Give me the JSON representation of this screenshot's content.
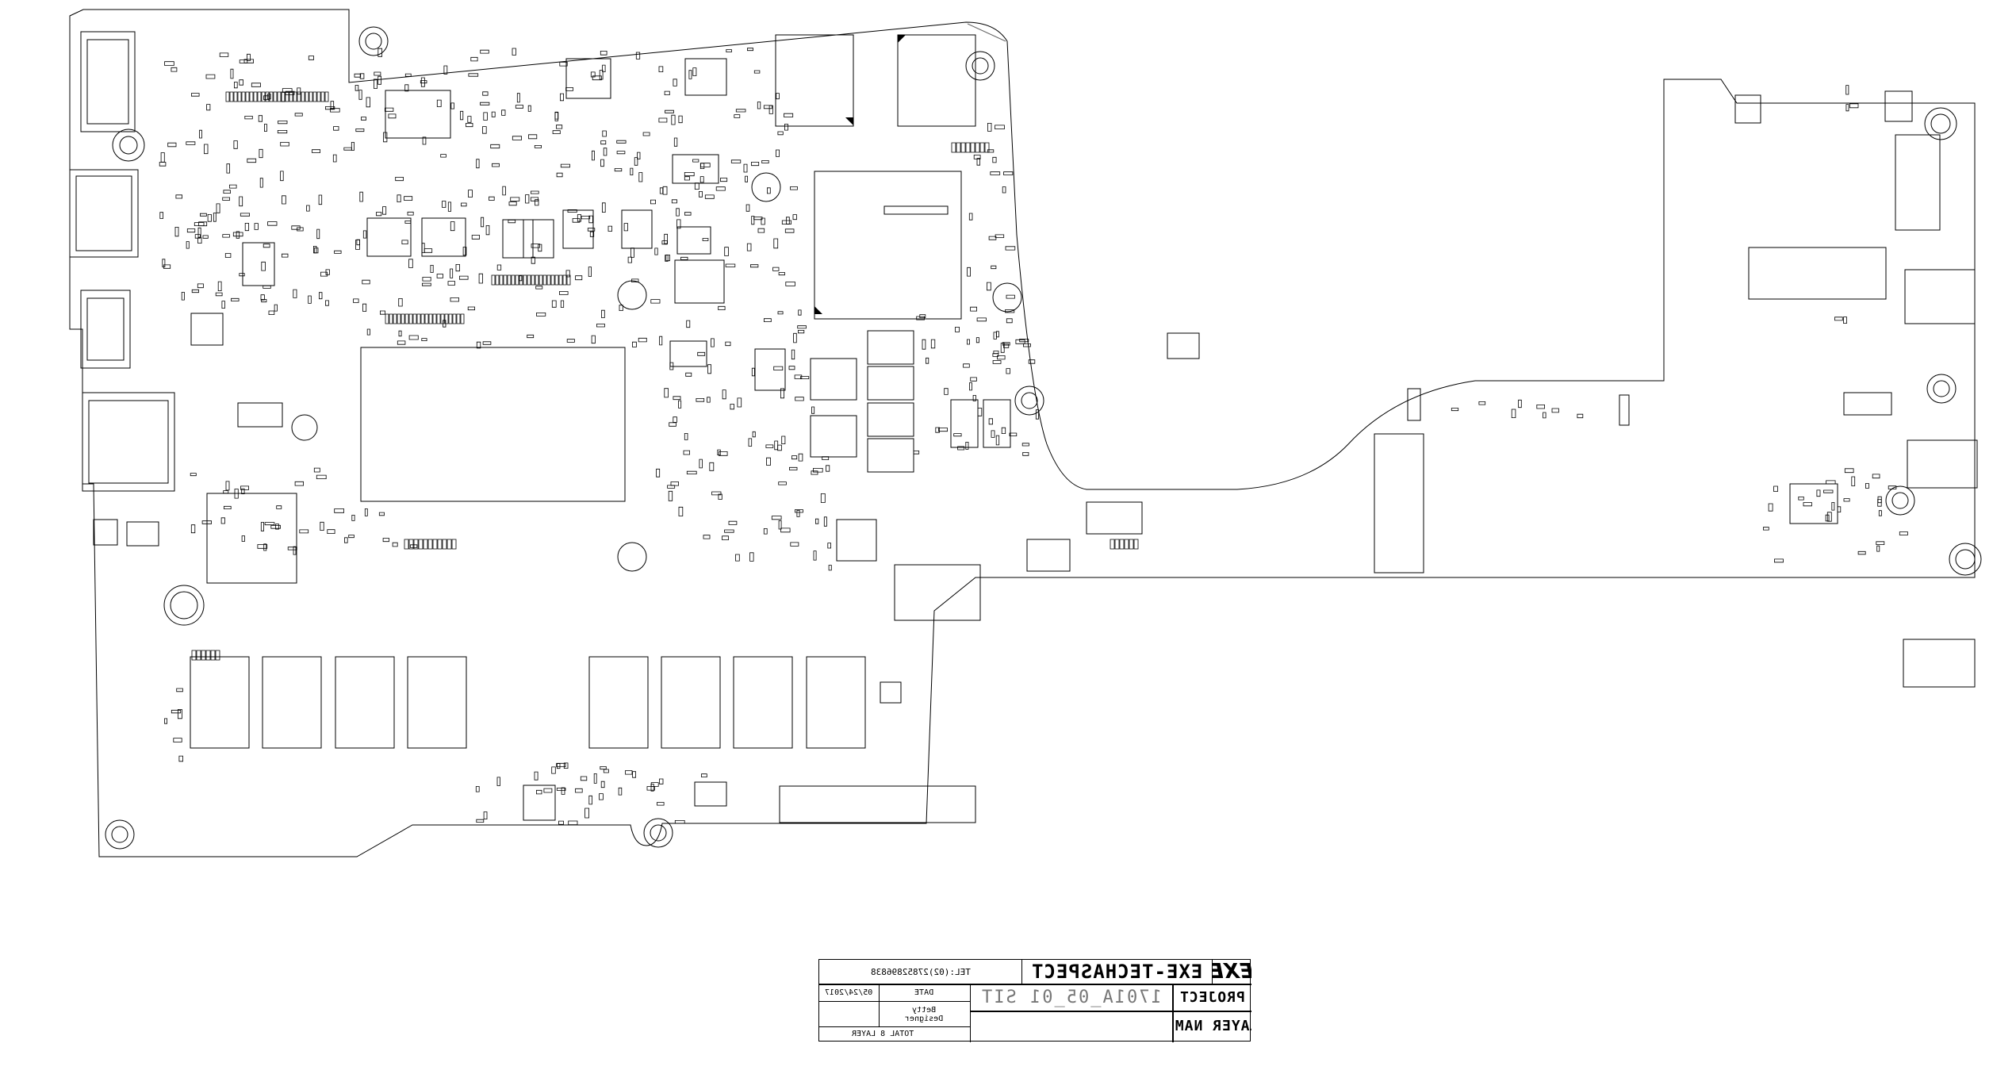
{
  "title_block": {
    "logo": "EXE",
    "company": "EXE-TECHASPECT",
    "tel": "TEL:(02)27852896838",
    "project_label": "PROJECT",
    "project_value": "1701A_05_01 SIT",
    "layer_name_label": "LAYER NAME",
    "date_label": "DATE",
    "date_value": "05/24/2017",
    "designer_label": "Designer",
    "designer_value": "Betty",
    "total_layer": "TOTAL 8 LAYER"
  }
}
